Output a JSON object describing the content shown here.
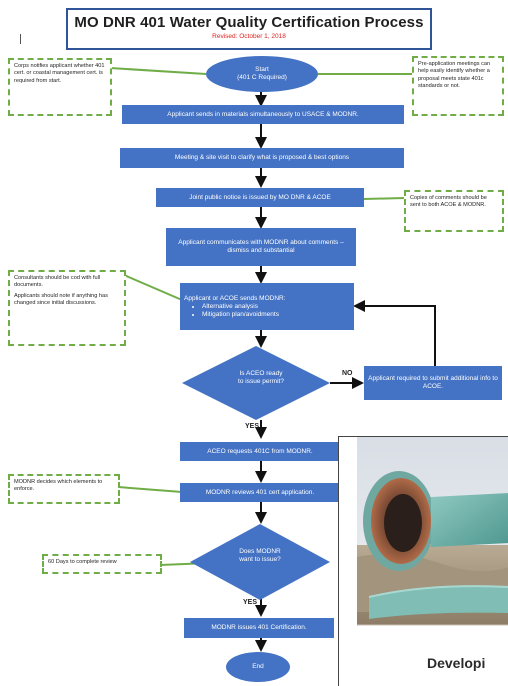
{
  "header": {
    "title": "MO DNR 401 Water Quality Certification Process",
    "revised": "Revised: October 1, 2018"
  },
  "flow": {
    "start": {
      "line1": "Start",
      "line2": "(401 C Required)"
    },
    "step_submit": "Applicant sends in materials simultaneously to USACE & MODNR.",
    "step_meeting": "Meeting & site visit to clarify what is proposed & best options",
    "step_notice": "Joint public notice is issued by MO DNR & ACOE",
    "step_communicate": "Applicant communicates with MODNR about comments – dismiss and substantial",
    "step_sends": {
      "heading": "Applicant or ACOE sends MODNR:",
      "bullets": [
        "Alternative analysis",
        "Mitigation plan/avoidments"
      ]
    },
    "decision_ready": {
      "line1": "Is ACEO ready",
      "line2": "to issue permit?"
    },
    "step_additional": "Applicant required to submit additional info to ACOE.",
    "label_no": "NO",
    "label_yes_1": "YES",
    "step_requests": "ACEO requests 401C from MODNR.",
    "step_reviews": "MODNR reviews 401 cert application.",
    "decision_issue": {
      "line1": "Does MODNR",
      "line2": "want to issue?"
    },
    "label_yes_2": "YES",
    "step_issues": "MODNR issues 401 Certification.",
    "end": "End"
  },
  "notes": {
    "corps": "Corps notifies applicant whether 401 cert. or coastal management cert. is required from start.",
    "preapp": "Pre-application meetings can help easily identify whether a proposal meets state 401c standards or not.",
    "copies": "Copies of comments should be sent to both ACOE & MODNR.",
    "consultants_1": "Consultants should be cod with full documents.",
    "consultants_2": "Applicants should note if anything has changed since initial discussions.",
    "decides": "MODNR decides which elements to enforce.",
    "days": "60 Days to complete review"
  },
  "photo": {
    "caption": "Developi"
  },
  "colors": {
    "process_fill": "#4472c4",
    "note_border": "#70ad47",
    "title_border": "#2f5597",
    "revised_text": "#e02020",
    "pipe_teal": "#6fb3ac"
  }
}
